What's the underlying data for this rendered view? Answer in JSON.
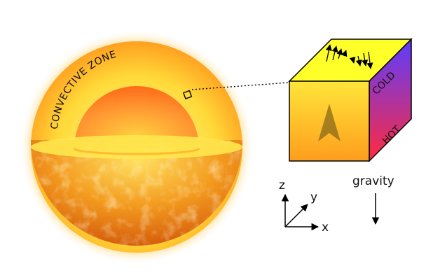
{
  "labels": {
    "zone": "CONVECTIVE ZONE",
    "cold": "COLD",
    "hot": "HOT",
    "gravity": "gravity",
    "axis_z": "z",
    "axis_y": "y",
    "axis_x": "x"
  },
  "colors": {
    "cube_front_top": "#ffe63a",
    "cube_front_bottom": "#ff9d1c",
    "cube_top": "#ffff2a",
    "cube_side_cold": "#5b3dff",
    "cube_side_hot": "#ff2a3e",
    "core": "#ff7a1e",
    "photosphere": "#ffb010"
  }
}
